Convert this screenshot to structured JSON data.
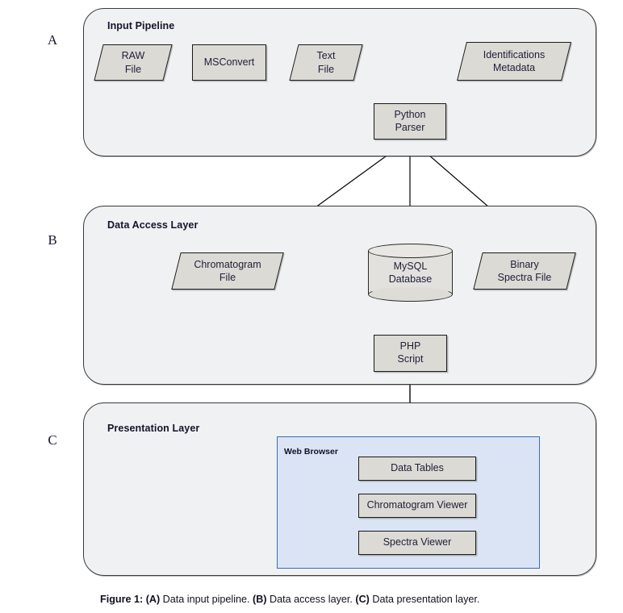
{
  "figure": {
    "caption_prefix": "Figure 1:",
    "caption_a_tag": "(A)",
    "caption_a_text": " Data input pipeline. ",
    "caption_b_tag": "(B)",
    "caption_b_text": " Data access layer. ",
    "caption_c_tag": "(C)",
    "caption_c_text": " Data presentation layer.",
    "colors": {
      "panel_fill": "#eff1f3",
      "panel_border": "#3a3a3a",
      "node_fill": "#dcdad5",
      "node_border": "#191919",
      "browser_fill": "#dbe4f5",
      "browser_border": "#3f6aab",
      "arrow": "#000000"
    }
  },
  "side_labels": {
    "a": "A",
    "b": "B",
    "c": "C"
  },
  "layers": {
    "input_pipeline": {
      "title": "Input Pipeline",
      "nodes": {
        "raw_file": "RAW\nFile",
        "raw_file_line1": "RAW",
        "raw_file_line2": "File",
        "msconvert": "MSConvert",
        "text_file_line1": "Text",
        "text_file_line2": "File",
        "identifications_line1": "Identifications",
        "identifications_line2": "Metadata",
        "python_parser_line1": "Python",
        "python_parser_line2": "Parser"
      }
    },
    "data_access": {
      "title": "Data Access Layer",
      "nodes": {
        "chromatogram_file_line1": "Chromatogram",
        "chromatogram_file_line2": "File",
        "mysql_line1": "MySQL",
        "mysql_line2": "Database",
        "binary_spectra_line1": "Binary",
        "binary_spectra_line2": "Spectra File",
        "php_script_line1": "PHP",
        "php_script_line2": "Script"
      }
    },
    "presentation": {
      "title": "Presentation Layer",
      "browser": {
        "title": "Web Browser",
        "items": [
          {
            "label": "Data Tables"
          },
          {
            "label": "Chromatogram Viewer"
          },
          {
            "label": "Spectra Viewer"
          }
        ]
      }
    }
  }
}
